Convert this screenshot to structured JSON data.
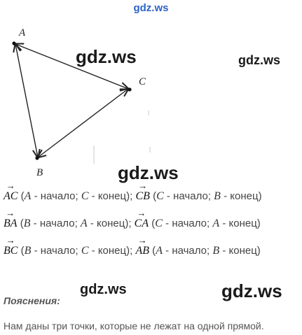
{
  "watermarks": {
    "top": "gdz.ws",
    "figure_center": "gdz.ws",
    "figure_right": "gdz.ws",
    "below_figure": "gdz.ws",
    "left_small": "gdz.ws",
    "right_big": "gdz.ws"
  },
  "figure": {
    "points": {
      "A": "A",
      "B": "B",
      "C": "C"
    }
  },
  "lines": [
    {
      "v1": "AC",
      "v1_start": "A",
      "v1_end": "C",
      "v2": "CB",
      "v2_start": "C",
      "v2_end": "B"
    },
    {
      "v1": "BA",
      "v1_start": "B",
      "v1_end": "A",
      "v2": "CA",
      "v2_start": "C",
      "v2_end": "A"
    },
    {
      "v1": "BC",
      "v1_start": "B",
      "v1_end": "C",
      "v2": "AB",
      "v2_start": "A",
      "v2_end": "B"
    }
  ],
  "text": {
    "start_word": "начало",
    "end_word": "конец"
  },
  "explanation": {
    "heading": "Пояснения:",
    "body": "Нам даны три точки, которые не лежат на одной прямой."
  }
}
